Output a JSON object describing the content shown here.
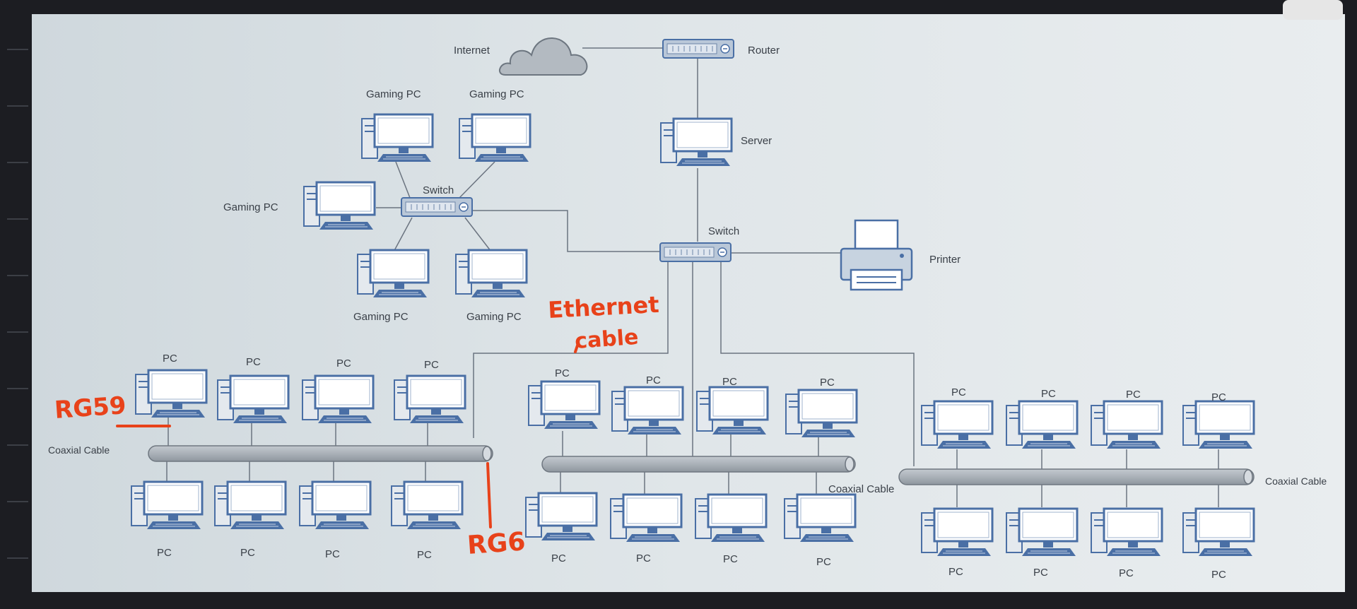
{
  "diagram": {
    "labels": {
      "internet": "Internet",
      "router": "Router",
      "server": "Server",
      "switch": "Switch",
      "printer": "Printer",
      "gaming_pc": "Gaming PC",
      "pc": "PC",
      "coaxial_cable": "Coaxial Cable"
    },
    "annotations": {
      "rg59": "RG59",
      "rg6": "RG6",
      "ethernet_line1": "Ethernet",
      "ethernet_line2": "cable"
    },
    "colors": {
      "canvas": "#dde3e7",
      "line": "#6b7480",
      "device_blue": "#4a6fa5",
      "annotation": "#e8421a"
    }
  }
}
